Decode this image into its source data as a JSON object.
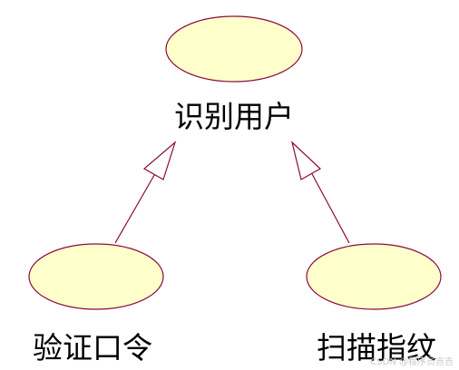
{
  "diagram": {
    "type": "use-case generalization",
    "colors": {
      "usecase_fill": "#ffffcc",
      "usecase_stroke": "#8b0a3c",
      "arrow_stroke": "#8b0a3c",
      "text": "#000000"
    },
    "parent": {
      "label": "识别用户"
    },
    "children": [
      {
        "label": "验证口令"
      },
      {
        "label": "扫描指纹"
      }
    ],
    "relations": [
      {
        "from": "验证口令",
        "to": "识别用户",
        "kind": "generalization"
      },
      {
        "from": "扫描指纹",
        "to": "识别用户",
        "kind": "generalization"
      }
    ],
    "watermark": "CSDN @程序员吉吉"
  }
}
